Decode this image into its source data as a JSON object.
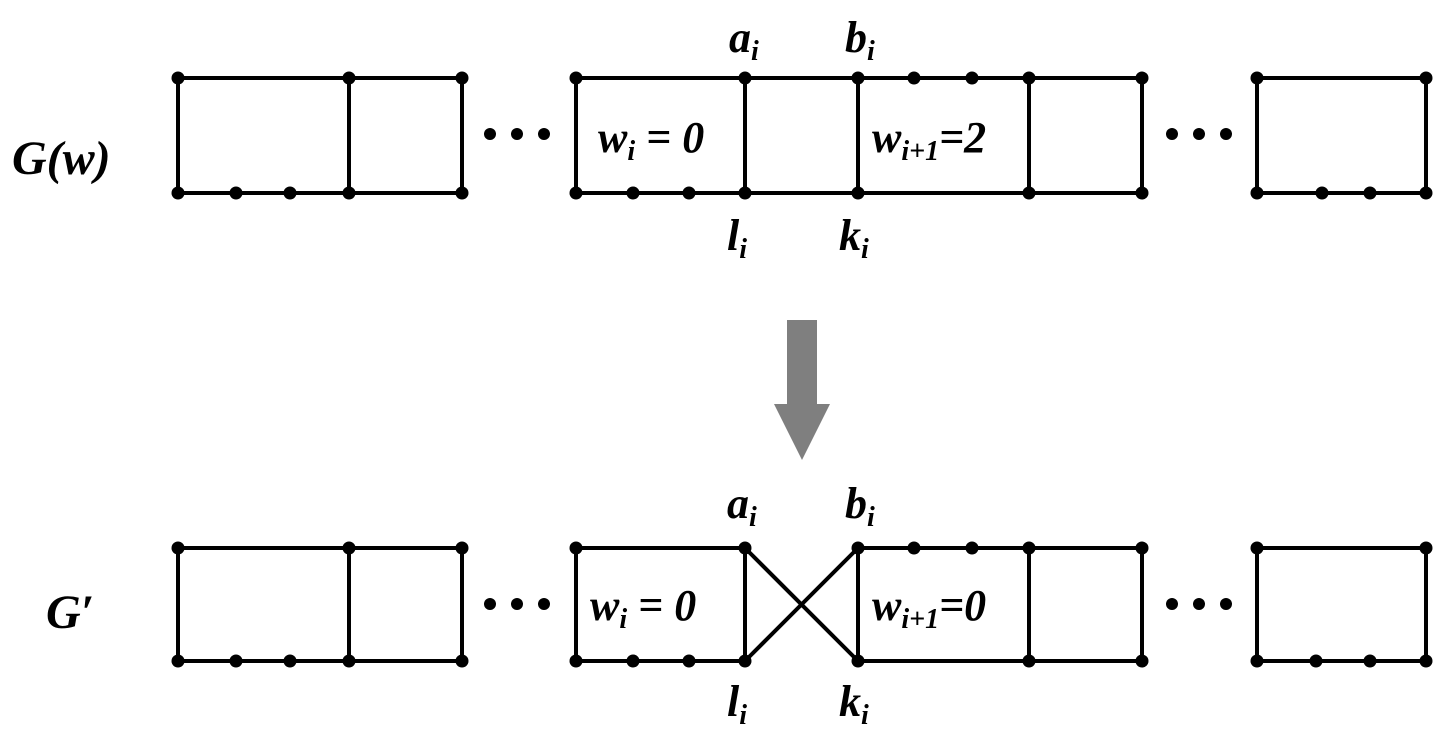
{
  "top": {
    "graph_label": "G(w)",
    "a_label": {
      "base": "a",
      "sub": "i"
    },
    "b_label": {
      "base": "b",
      "sub": "i"
    },
    "l_label": {
      "base": "l",
      "sub": "i"
    },
    "k_label": {
      "base": "k",
      "sub": "i"
    },
    "w_left": {
      "base": "w",
      "sub": "i",
      "rest": " = 0"
    },
    "w_right": {
      "base": "w",
      "sub": "i+1",
      "rest": "=2"
    }
  },
  "bottom": {
    "graph_label": "G′",
    "a_label": {
      "base": "a",
      "sub": "i"
    },
    "b_label": {
      "base": "b",
      "sub": "i"
    },
    "l_label": {
      "base": "l",
      "sub": "i"
    },
    "k_label": {
      "base": "k",
      "sub": "i"
    },
    "w_left": {
      "base": "w",
      "sub": "i",
      "rest": " = 0"
    },
    "w_right": {
      "base": "w",
      "sub": "i+1",
      "rest": "=0"
    }
  },
  "colors": {
    "line": "#000000",
    "arrow": "#7f7f7f",
    "background": "#ffffff"
  },
  "arrow_icon": "down-arrow-icon",
  "ellipsis": "•••"
}
